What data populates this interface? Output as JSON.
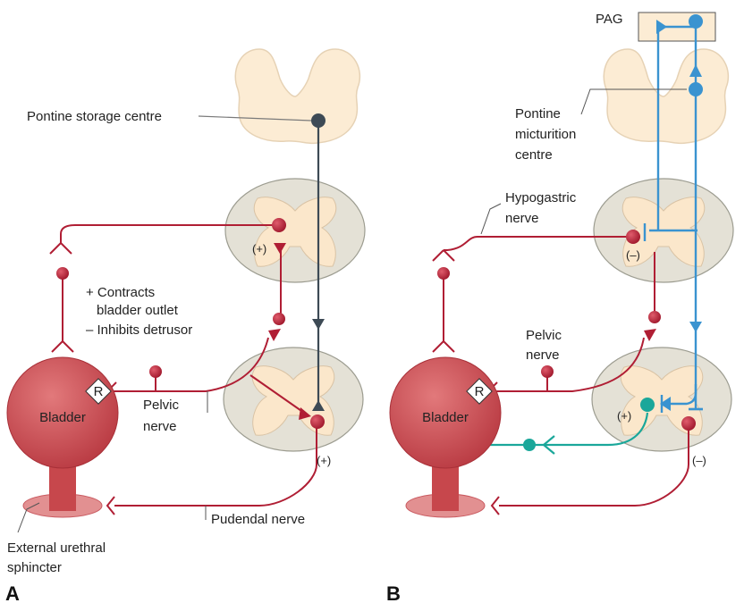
{
  "panels": {
    "a": {
      "letter": "A",
      "labels": {
        "pontine_storage_centre": "Pontine storage centre",
        "bullet_contracts": "+ Contracts",
        "bullet_outlet": "bladder outlet",
        "bullet_inhibits": "– Inhibits detrusor",
        "plus_upper": "(+)",
        "plus_lower": "(+)",
        "receptor": "R",
        "bladder": "Bladder",
        "pelvic_nerve_1": "Pelvic",
        "pelvic_nerve_2": "nerve",
        "pudendal_nerve": "Pudendal nerve",
        "sphincter_1": "External urethral",
        "sphincter_2": "sphincter"
      }
    },
    "b": {
      "letter": "B",
      "labels": {
        "pag": "PAG",
        "pmc_1": "Pontine",
        "pmc_2": "micturition",
        "pmc_3": "centre",
        "hypogastric_1": "Hypogastric",
        "hypogastric_2": "nerve",
        "minus_upper": "(–)",
        "pelvic_nerve_1": "Pelvic",
        "pelvic_nerve_2": "nerve",
        "receptor": "R",
        "bladder": "Bladder",
        "plus_lower": "(+)",
        "minus_lower": "(–)"
      }
    }
  },
  "colors": {
    "nerve_red": "#b01e34",
    "pontine_grey": "#3d4a55",
    "blue_pathway": "#3a93d0",
    "teal_pathway": "#1aa79a",
    "bladder_fill": "#c7474c",
    "cord_grey": "#e4e1d6",
    "cord_cream": "#fbe7cb",
    "brainstem": "#fcecd4"
  }
}
